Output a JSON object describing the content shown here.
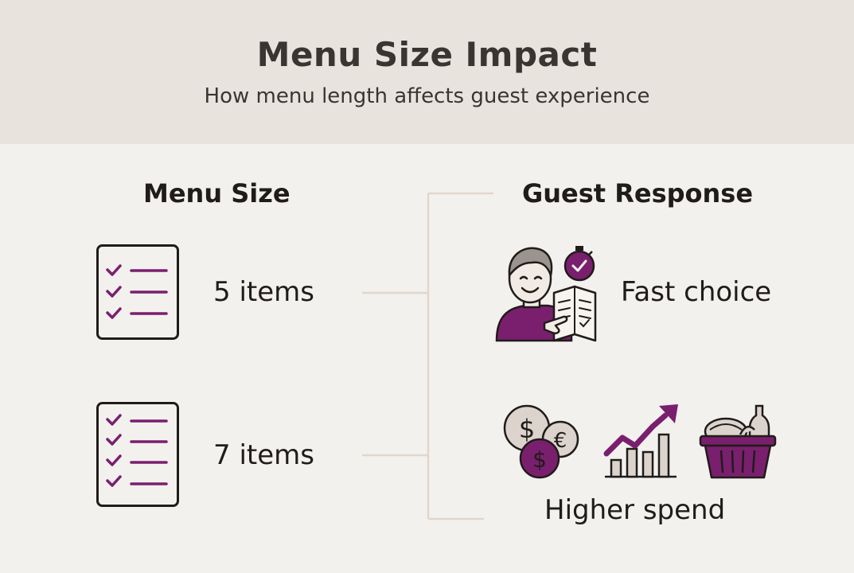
{
  "header": {
    "title": "Menu Size Impact",
    "subtitle": "How menu length affects guest experience"
  },
  "columns": {
    "left_heading": "Menu Size",
    "right_heading": "Guest Response"
  },
  "rows": [
    {
      "menu_size": "5 items",
      "response": "Fast choice"
    },
    {
      "menu_size": "7 items",
      "response": "Higher spend"
    }
  ],
  "colors": {
    "accent": "#7a1f6e",
    "header_bg": "#e8e3dd",
    "page_bg": "#f3f1ee",
    "connector": "#e2d6cc",
    "ink": "#1f1c1a"
  },
  "icons": {
    "list_5": "checklist-icon",
    "list_7": "checklist-icon",
    "fast_choice": "person-with-menu-and-stopwatch-icon",
    "higher_spend": [
      "coins-icon",
      "rising-chart-icon",
      "basket-icon"
    ]
  }
}
